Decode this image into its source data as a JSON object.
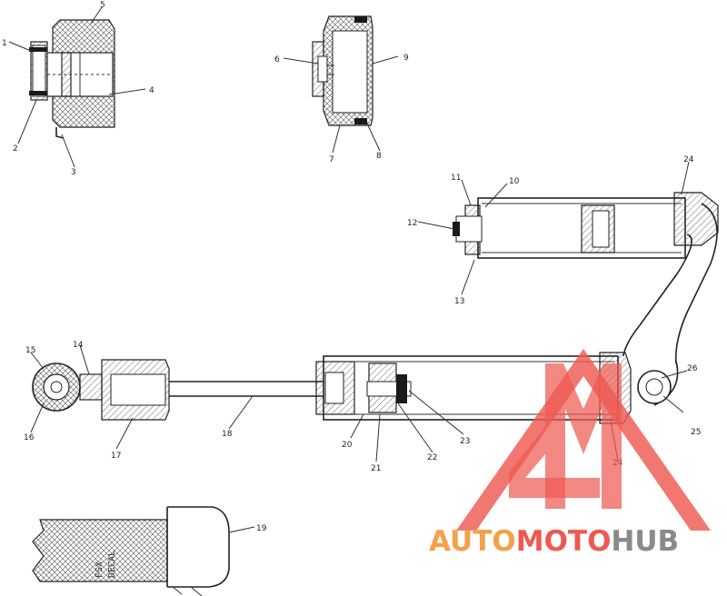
{
  "callouts": [
    "1",
    "2",
    "3",
    "4",
    "5",
    "6",
    "7",
    "8",
    "9",
    "10",
    "11",
    "12",
    "13",
    "14",
    "15",
    "16",
    "17",
    "18",
    "19",
    "20",
    "21",
    "22",
    "23",
    "24",
    "25",
    "26",
    "24"
  ],
  "decal": {
    "line1": "FSX",
    "line2": "DECAL"
  },
  "watermark": {
    "part1": "AUTO",
    "part2": "MOTO",
    "part3": "HUB"
  },
  "colors": {
    "watermark_red": "#ee5a52",
    "watermark_orange": "#f3a14a",
    "watermark_gray": "#8a8a8a",
    "line": "#222222"
  }
}
